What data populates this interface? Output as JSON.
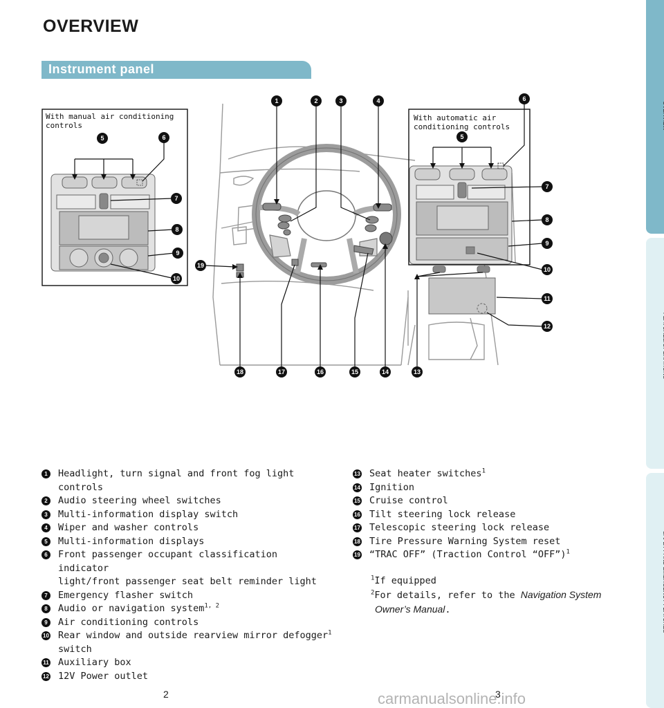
{
  "page": {
    "title": "OVERVIEW",
    "section_title": "Instrument panel",
    "page_left": "2",
    "page_right": "3",
    "watermark": "carmanualsonline.info"
  },
  "sidebar": {
    "tabs": [
      {
        "label": "OVERVIEW",
        "color": "#7fb8c9"
      },
      {
        "label": "FEATURES/OPERATIONS",
        "color": "#e0f0f3"
      },
      {
        "label": "SAFETY AND EMERGENCY FEATURES",
        "color": "#e0f0f3"
      }
    ]
  },
  "diagram": {
    "inset_manual_label": [
      "With manual air conditioning",
      "controls"
    ],
    "inset_auto_label": [
      "With automatic air",
      "conditioning controls"
    ],
    "callouts": [
      "1",
      "2",
      "3",
      "4",
      "5",
      "6",
      "7",
      "8",
      "9",
      "10",
      "11",
      "12",
      "13",
      "14",
      "15",
      "16",
      "17",
      "18",
      "19"
    ]
  },
  "legend": {
    "left": [
      {
        "num": "1",
        "lines": [
          "Headlight, turn signal and front fog light controls"
        ]
      },
      {
        "num": "2",
        "lines": [
          "Audio steering wheel switches"
        ]
      },
      {
        "num": "3",
        "lines": [
          "Multi-information display switch"
        ]
      },
      {
        "num": "4",
        "lines": [
          "Wiper and washer controls"
        ]
      },
      {
        "num": "5",
        "lines": [
          "Multi-information displays"
        ]
      },
      {
        "num": "6",
        "lines": [
          "Front passenger occupant classification indicator",
          "light/front passenger seat belt reminder light"
        ]
      },
      {
        "num": "7",
        "lines": [
          "Emergency flasher switch"
        ]
      },
      {
        "num": "8",
        "lines": [
          "Audio or navigation system"
        ],
        "sup": "1, 2"
      },
      {
        "num": "9",
        "lines": [
          "Air conditioning controls"
        ]
      },
      {
        "num": "10",
        "lines": [
          "Rear window and outside rearview mirror defogger"
        ],
        "sup": "1",
        "cont": "switch"
      },
      {
        "num": "11",
        "lines": [
          "Auxiliary box"
        ]
      },
      {
        "num": "12",
        "lines": [
          "12V Power outlet"
        ]
      }
    ],
    "right": [
      {
        "num": "13",
        "lines": [
          "Seat heater switches"
        ],
        "sup": "1"
      },
      {
        "num": "14",
        "lines": [
          "Ignition"
        ]
      },
      {
        "num": "15",
        "lines": [
          "Cruise control"
        ]
      },
      {
        "num": "16",
        "lines": [
          "Tilt steering lock release"
        ]
      },
      {
        "num": "17",
        "lines": [
          "Telescopic steering lock release"
        ]
      },
      {
        "num": "18",
        "lines": [
          "Tire Pressure Warning System reset"
        ]
      },
      {
        "num": "19",
        "lines": [
          "“TRAC OFF” (Traction Control “OFF”)"
        ],
        "sup": "1"
      }
    ]
  },
  "footnotes": {
    "fn1_mark": "1",
    "fn1_text": "If equipped",
    "fn2_mark": "2",
    "fn2_text": "For details, refer to the ",
    "fn2_italic": "Navigation System",
    "fn2_italic_cont": "Owner’s Manual",
    "fn2_end": "."
  }
}
